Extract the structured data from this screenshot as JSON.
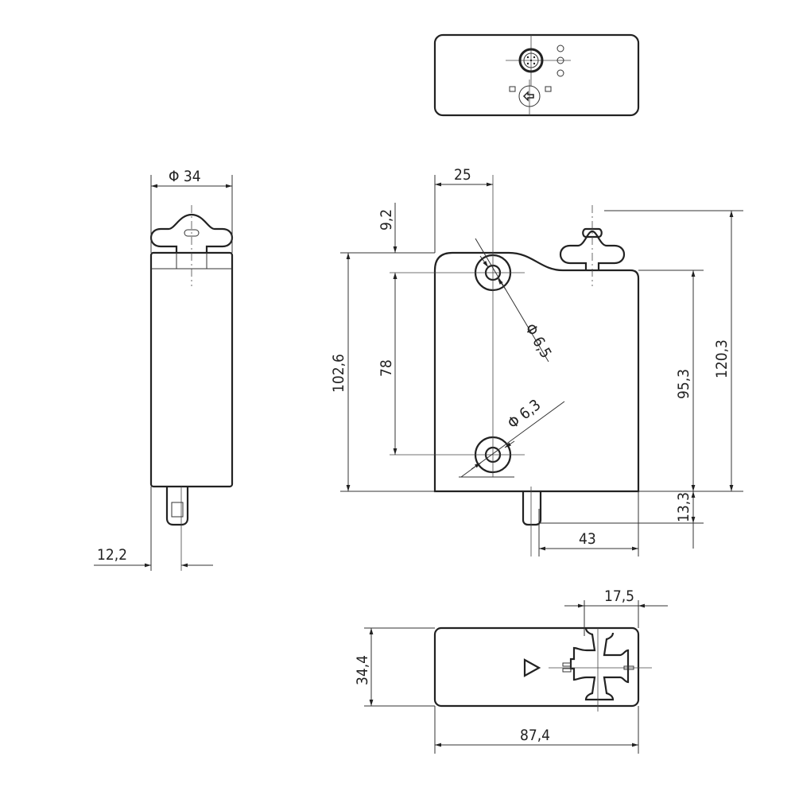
{
  "title": "Dimensional drawing of safety switch",
  "units_note_visible": false,
  "dimensions": {
    "side_diameter": "Φ 34",
    "connector_offset": "12,2",
    "hole_x": "25",
    "hole_top_offset": "9,2",
    "body_height": "102,6",
    "hole_spacing": "78",
    "hole_diameter_top": "Φ 6,5",
    "hole_diameter_bottom": "Φ 6,3",
    "right_height": "95,3",
    "total_height": "120,3",
    "connector_length": "13,3",
    "connector_x": "43",
    "knob_offset": "17,5",
    "depth": "34,4",
    "width": "87,4"
  },
  "colors": {
    "line": "#222222",
    "background": "#ffffff"
  }
}
